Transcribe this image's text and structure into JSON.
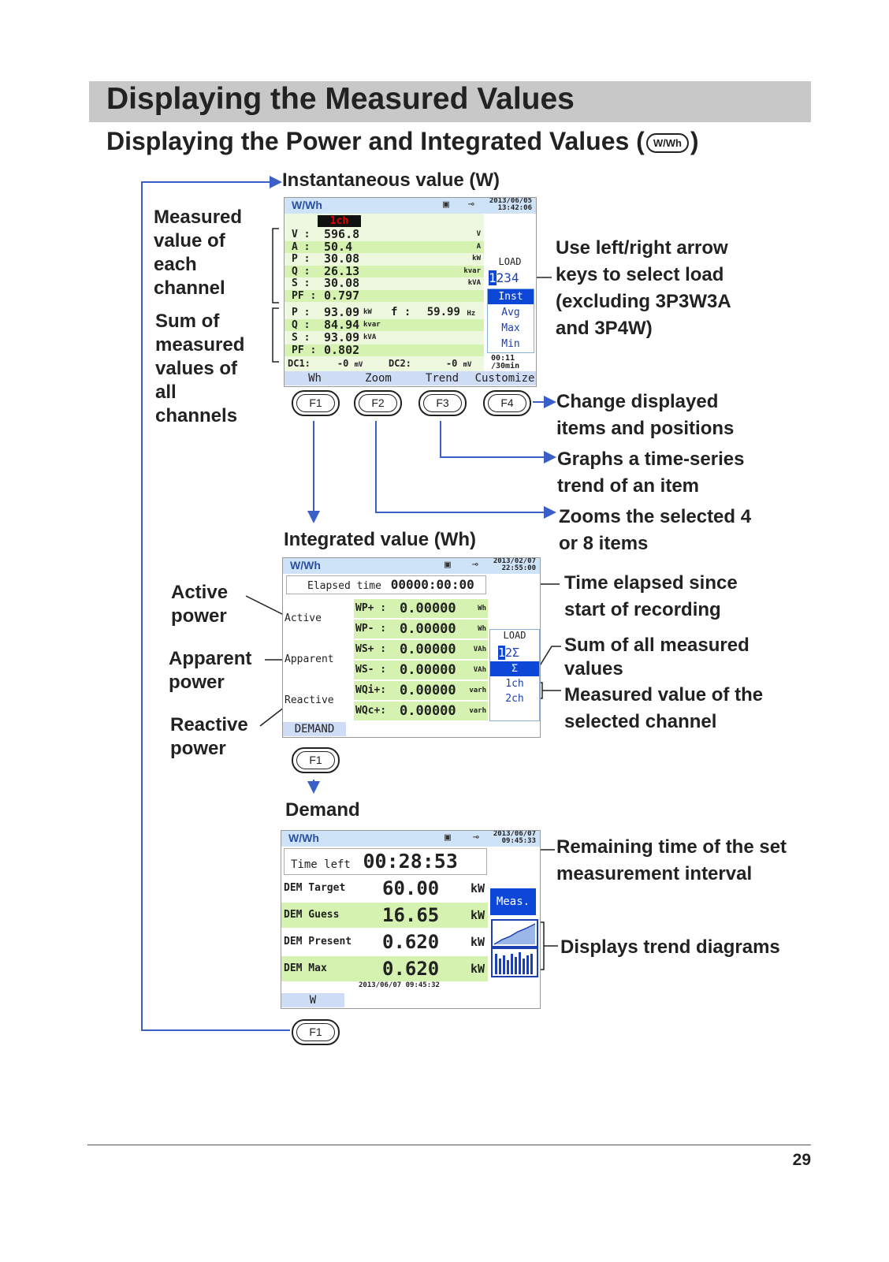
{
  "title": "Displaying the Measured Values",
  "subtitle": {
    "before": "Displaying the Power and Integrated Values (",
    "key": "W/Wh",
    "after": ")"
  },
  "labels": {
    "instantaneous": "Instantaneous value (W)",
    "measured_each": [
      "Measured",
      "value of",
      "each",
      "channel"
    ],
    "sum_all": [
      "Sum of",
      "measured",
      "values of",
      "all",
      "channels"
    ],
    "load_select": [
      "Use left/right arrow",
      "keys to select load",
      "(excluding 3P3W3A",
      "and 3P4W)"
    ],
    "change_items": [
      "Change displayed",
      "items and positions"
    ],
    "trend": [
      "Graphs a time-series",
      "trend of an item"
    ],
    "zoom": [
      "Zooms the selected 4",
      "or 8 items"
    ],
    "integrated": "Integrated value (Wh)",
    "elapsed": [
      "Time elapsed since",
      "start of recording"
    ],
    "sum_measured": [
      "Sum of all measured",
      "values"
    ],
    "selected_channel": [
      "Measured value of the",
      "selected channel"
    ],
    "active": [
      "Active",
      "power"
    ],
    "apparent": [
      "Apparent",
      "power"
    ],
    "reactive": [
      "Reactive",
      "power"
    ],
    "demand": "Demand",
    "remaining": [
      "Remaining time of the set",
      "measurement interval"
    ],
    "trend_diagrams": "Displays trend diagrams"
  },
  "fkeys": {
    "f1": "F1",
    "f2": "F2",
    "f3": "F3",
    "f4": "F4"
  },
  "screen1": {
    "name": "W/Wh",
    "date": "2013/06/05",
    "time": "13:42:06",
    "channel": "1ch",
    "rows": [
      {
        "label": "V :",
        "value": "596.8",
        "unit": "V"
      },
      {
        "label": "A :",
        "value": "50.4",
        "unit": "A"
      },
      {
        "label": "P :",
        "value": "30.08",
        "unit": "kW"
      },
      {
        "label": "Q :",
        "value": "26.13",
        "unit": "kvar"
      },
      {
        "label": "S :",
        "value": "30.08",
        "unit": "kVA"
      },
      {
        "label": "PF :",
        "value": "0.797",
        "unit": ""
      }
    ],
    "sum_rows": [
      {
        "label": "P :",
        "value": "93.09",
        "unit": "kW"
      },
      {
        "label": "Q :",
        "value": "84.94",
        "unit": "kvar"
      },
      {
        "label": "S :",
        "value": "93.09",
        "unit": "kVA"
      },
      {
        "label": "PF :",
        "value": "0.802",
        "unit": ""
      }
    ],
    "freq_label": "f :",
    "freq_value": "59.99",
    "freq_unit": "Hz",
    "dc1_label": "DC1:",
    "dc1_value": "-0",
    "dc_unit": "mV",
    "dc2_label": "DC2:",
    "dc2_value": "-0",
    "load_title": "LOAD",
    "load_selected": "1",
    "load_rest": "234",
    "modes": [
      "Inst",
      "Avg",
      "Max",
      "Min"
    ],
    "interval_top": "00:11",
    "interval_bottom": "/30min",
    "fn": [
      "Wh",
      "Zoom",
      "Trend",
      "Customize"
    ]
  },
  "screen2": {
    "name": "W/Wh",
    "date": "2013/02/07",
    "time": "22:55:00",
    "elapsed_label": "Elapsed time",
    "elapsed_value": "00000:00:00",
    "groups": [
      "Active",
      "Apparent",
      "Reactive"
    ],
    "rows": [
      {
        "label": "WP+ :",
        "value": "0.00000",
        "unit": "Wh"
      },
      {
        "label": "WP- :",
        "value": "0.00000",
        "unit": "Wh"
      },
      {
        "label": "WS+ :",
        "value": "0.00000",
        "unit": "VAh"
      },
      {
        "label": "WS- :",
        "value": "0.00000",
        "unit": "VAh"
      },
      {
        "label": "WQi+:",
        "value": "0.00000",
        "unit": "varh"
      },
      {
        "label": "WQc+:",
        "value": "0.00000",
        "unit": "varh"
      }
    ],
    "load_title": "LOAD",
    "load_selected": "1",
    "load_rest": "2Σ",
    "channels": [
      "Σ",
      "1ch",
      "2ch"
    ],
    "fn": [
      "DEMAND"
    ]
  },
  "screen3": {
    "name": "W/Wh",
    "date": "2013/06/07",
    "time": "09:45:33",
    "time_left_label": "Time left",
    "time_left_value": "00:28:53",
    "rows": [
      {
        "label": "DEM Target",
        "value": "60.00",
        "unit": "kW"
      },
      {
        "label": "DEM Guess",
        "value": "16.65",
        "unit": "kW"
      },
      {
        "label": "DEM Present",
        "value": "0.620",
        "unit": "kW"
      },
      {
        "label": "DEM Max",
        "value": "0.620",
        "unit": "kW"
      }
    ],
    "max_timestamp": "2013/06/07 09:45:32",
    "meas_button": "Meas.",
    "fn": [
      "W"
    ]
  },
  "page_number": "29",
  "colors": {
    "arrow": "#3a5fc8",
    "selected": "#0c47d8",
    "green": "#d6f2b0",
    "header": "#cfe3f8"
  }
}
